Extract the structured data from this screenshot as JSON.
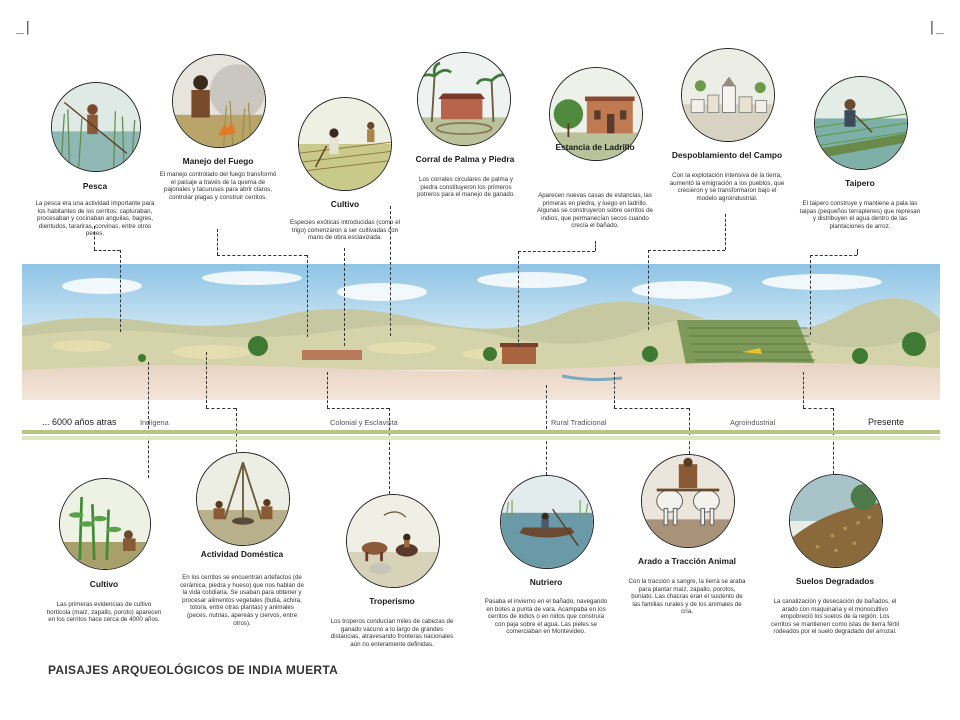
{
  "crop_marks": {
    "left": "_|",
    "right": "|_"
  },
  "page_title": "PAISAJES ARQUEOLÓGICOS DE INDIA MUERTA",
  "timeline": {
    "start": "... 6000 años atras",
    "end": "Presente",
    "periods": [
      "Indígena",
      "Colonial y Esclavista",
      "Rural Tradicional",
      "Agroindustrial"
    ]
  },
  "top_cards": [
    {
      "title": "Pesca",
      "desc": "La pesca era una actividad importante para los habitantes de los cerritos: capturaban, procesaban y cocinaban anguilas, bagres, dientudos, tarariras, corvinas, entre otros peces."
    },
    {
      "title": "Manejo del Fuego",
      "desc": "El manejo controlado del fuego transformó el paisaje a través de la quema de pajonales y tacuruses para abrir claros, controlar plagas y construir cerritos."
    },
    {
      "title": "Cultivo",
      "desc": "Especies exóticas introducidas (como el trigo) comenzaron a ser cultivadas con mano de obra esclavizada."
    },
    {
      "title": "Corral de Palma y Piedra",
      "desc": "Los corrales circulares de palma y piedra constituyeron los primeros potreros para el manejo de ganado."
    },
    {
      "title": "Estancia de Ladrillo",
      "desc": "Aparecen nuevas casas de estancias, las primeras en piedra, y luego en ladrillo. Algunas se construyeron sobre cerritos de indios, que permanecían secos cuando crecía el bañado."
    },
    {
      "title": "Despoblamiento del Campo",
      "desc": "Con la explotación intensiva de la tierra, aumentó la emigración a los pueblos, que crecieron y se transformaron bajo el modelo agroindustrial."
    },
    {
      "title": "Taipero",
      "desc": "El taipero construye y mantiene a pala las taipas (pequeños terraplenes) que represan y distribuyen el agua dentro de las plantaciones de arroz."
    }
  ],
  "bottom_cards": [
    {
      "title": "Cultivo",
      "desc": "Las primeras evidencias de cultivo hortícola (maíz, zapallo, poroto) aparecen en los cerritos hace cerca de 4000 años."
    },
    {
      "title": "Actividad Doméstica",
      "desc": "En los cerritos se encuentran artefactos (de cerámica, piedra y hueso) que nos hablan de la vida cotidiana. Se usaban para obtener y procesar alimentos vegetales (butiá, achira, totora, entre otras plantas) y animales (peces, nutrias, apereás y ciervos, entre otros)."
    },
    {
      "title": "Troperismo",
      "desc": "Los troperos conducían miles de cabezas de ganado vacuno a lo largo de grandes distancias, atravesando fronteras nacionales aún no enteramente definidas."
    },
    {
      "title": "Nutriero",
      "desc": "Pasaba el invierno en el bañado, navegando en botes a punta de vara. Acampaba en los cerritos de indios o en nidos que construía con paja sobre el agua. Las pieles se comerciaban en Montevideo."
    },
    {
      "title": "Arado a Tracción Animal",
      "desc": "Con la tracción a sangre, la tierra se araba para plantar maíz, zapallo, porotos, boniato. Las chacras eran el sustento de las familias rurales y de los animales de cría."
    },
    {
      "title": "Suelos Degradados",
      "desc": "La canalización y desecación de bañados, el arado con maquinaria y el monocultivo empobreció los suelos de la región. Los cerritos se mantienen como islas de tierra fértil rodeados por el suelo degradado del arrozal."
    }
  ]
}
